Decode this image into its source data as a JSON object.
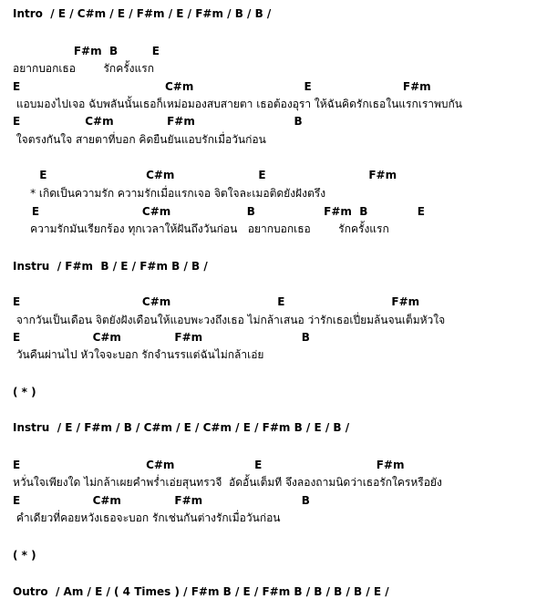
{
  "sheet": {
    "lines": [
      {
        "type": "chord",
        "text": "Intro  / E / C#m / E / F#m / E / F#m / B / B /"
      },
      {
        "type": "chord",
        "text": "                F#m  B         E"
      },
      {
        "type": "lyric",
        "text": "อยากบอกเธอ        รักครั้งแรก"
      },
      {
        "type": "chord",
        "text": "E                                      C#m                             E                        F#m"
      },
      {
        "type": "lyric",
        "text": " แอบมองไปเจอ ฉับพลันนั้นเธอก็เหม่อมองสบสายตา เธอต้องอุรา ให้ฉันคิดรักเธอในแรกเราพบกัน"
      },
      {
        "type": "chord",
        "text": "E                 C#m              F#m                          B"
      },
      {
        "type": "lyric",
        "text": " ใจตรงกันใจ สายตาที่บอก คิดยืนยันแอบรักเมื่อวันก่อน"
      },
      {
        "type": "chord",
        "text": "       E                          C#m                      E                           F#m"
      },
      {
        "type": "lyric",
        "text": "     * เกิดเป็นความรัก ความรักเมื่อแรกเจอ จิตใจละเมอติดยังฝังตรึง"
      },
      {
        "type": "chord",
        "text": "     E                           C#m                    B                  F#m  B             E"
      },
      {
        "type": "lyric",
        "text": "     ความรักมันเรียกร้อง ทุกเวลาให้ฝันถึงวันก่อน   อยากบอกเธอ        รักครั้งแรก"
      },
      {
        "type": "chord",
        "text": "Instru  / F#m  B / E / F#m B / B /"
      },
      {
        "type": "chord",
        "text": "E                                C#m                            E                            F#m"
      },
      {
        "type": "lyric",
        "text": " จากวันเป็นเดือน จิตยังฝังเดือนให้แอบพะวงถึงเธอ ไม่กล้าเสนอ ว่ารักเธอเปี่ยมล้นจนเต็มหัวใจ"
      },
      {
        "type": "chord",
        "text": "E                   C#m              F#m                          B"
      },
      {
        "type": "lyric",
        "text": " วันคืนผ่านไป หัวใจจะบอก รักจำนรรแต่ฉันไม่กล้าเอ่ย"
      },
      {
        "type": "chord",
        "text": "( * )"
      },
      {
        "type": "chord",
        "text": "Instru  / E / F#m / B / C#m / E / C#m / E / F#m B / E / B /"
      },
      {
        "type": "chord",
        "text": "E                                 C#m                     E                              F#m"
      },
      {
        "type": "lyric",
        "text": "หวั่นใจเพียงใด ไม่กล้าเผยคำพร่ำเอ่ยสุนทรวจี  อัดอั้นเต็มที จึงลองถามนิดว่าเธอรักใครหรือยัง"
      },
      {
        "type": "chord",
        "text": "E                   C#m              F#m                          B"
      },
      {
        "type": "lyric",
        "text": " คำเดียวที่คอยหวังเธอจะบอก รักเช่นกันต่างรักเมื่อวันก่อน"
      },
      {
        "type": "chord",
        "text": "( * )"
      },
      {
        "type": "chord",
        "text": "Outro  / Am / E / ( 4 Times ) / F#m B / E / F#m B / B / B / B / E /"
      }
    ]
  }
}
